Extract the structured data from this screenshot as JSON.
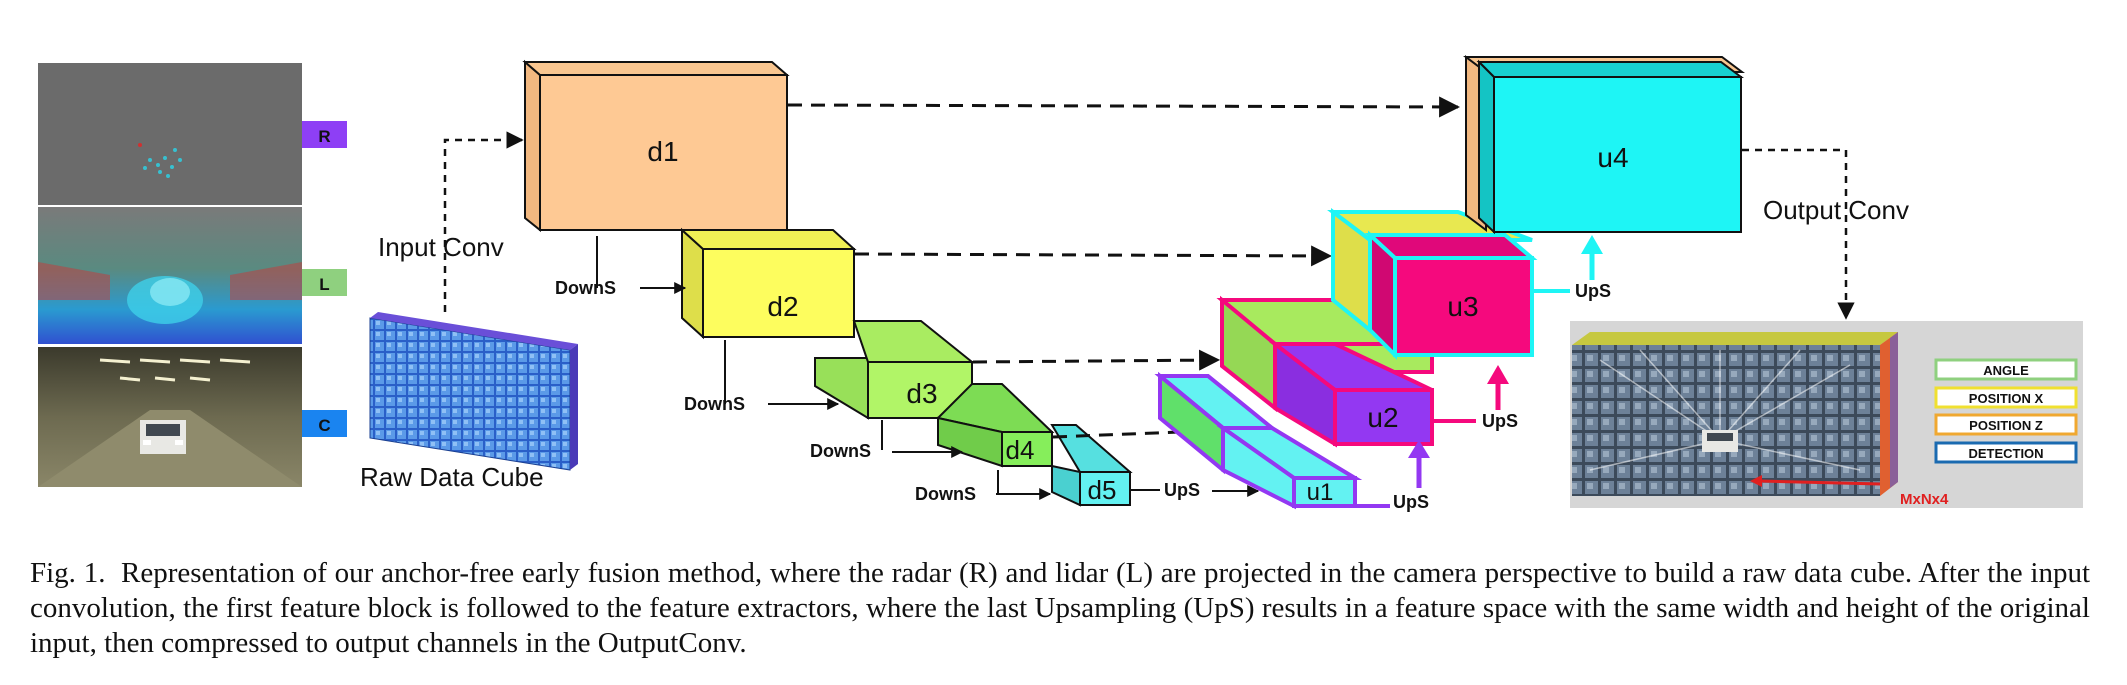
{
  "sensor_tags": {
    "r": "R",
    "l": "L",
    "c": "C"
  },
  "labels": {
    "input_conv": "Input Conv",
    "raw_data_cube": "Raw Data Cube",
    "output_conv": "Output Conv",
    "downs": "DownS",
    "ups": "UpS",
    "output_dim": "MxNx4"
  },
  "blocks": {
    "d1": "d1",
    "d2": "d2",
    "d3": "d3",
    "d4": "d4",
    "d5": "d5",
    "u1": "u1",
    "u2": "u2",
    "u3": "u3",
    "u4": "u4"
  },
  "outputs": [
    "ANGLE",
    "POSITION X",
    "POSITION Z",
    "DETECTION"
  ],
  "colors": {
    "d1": "#fec994",
    "d2": "#fdfd5e",
    "d3": "#b1f567",
    "d4": "#86ee5b",
    "d5": "#63f2f2",
    "u4": "#1ef5f5",
    "u3": "#f5097d",
    "u2": "#9338f2",
    "u1": "#63f2f2",
    "tag_r": "#8e3ff5",
    "tag_l": "#8fd07f",
    "tag_c": "#1a84f0",
    "angle": "#8fd07f",
    "position_x": "#f0e030",
    "position_z": "#f0a830",
    "detection": "#1a6ab0"
  },
  "caption": {
    "label": "Fig. 1.",
    "text": "Representation of our anchor-free early fusion method, where the radar (R) and lidar (L) are projected in the camera perspective to build a raw data cube. After the input convolution, the first feature block is followed to the feature extractors, where the last Upsampling (UpS) results in a feature space with the same width and height of the original input, then compressed to output channels in the OutputConv."
  }
}
